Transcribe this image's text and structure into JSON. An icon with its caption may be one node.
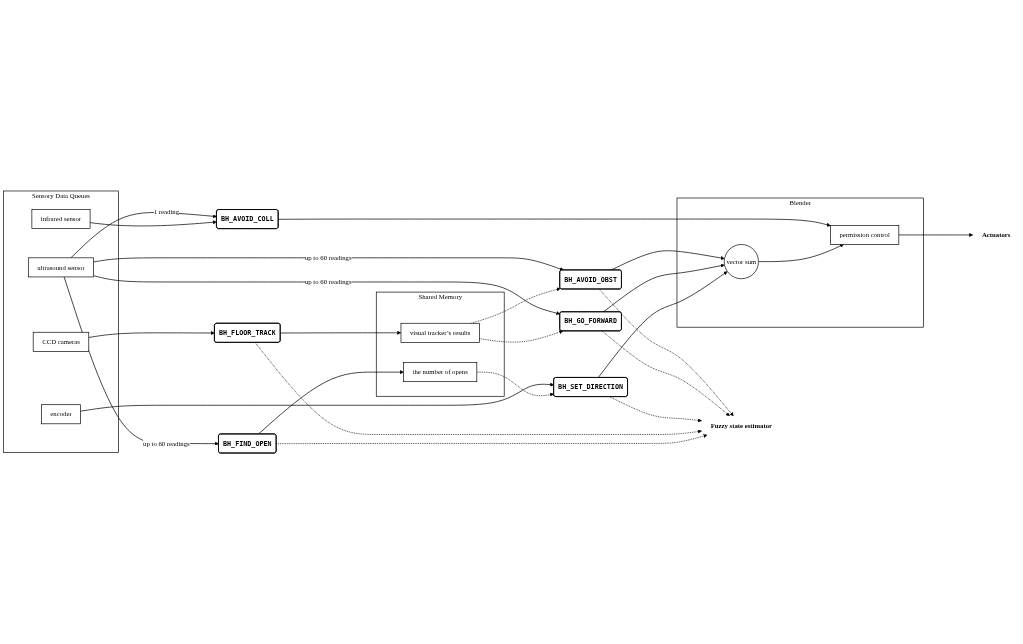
{
  "diagram": {
    "nodes": [
      {
        "text": [
          "Sensory Data Queues"
        ]
      },
      {
        "text": [
          "infrared sensor"
        ],
        "in": 0
      },
      {
        "text": [
          "ultrasound sensor"
        ],
        "in": 0
      },
      {
        "text": [
          "encoder"
        ],
        "in": 0
      },
      {
        "text": [
          "CCD cameras"
        ],
        "in": 0
      },
      {
        "text": [
          "Shared Memory"
        ]
      },
      {
        "text": [
          "visual tracker’s results"
        ],
        "in": 5
      },
      {
        "text": [
          "the number of opens"
        ],
        "in": 5
      },
      {
        "text": [
          "BH_AVOID_COLL"
        ]
      },
      {
        "text": [
          "BH_AVOID_OBST"
        ]
      },
      {
        "text": [
          "BH_GO_FORWARD"
        ]
      },
      {
        "text": [
          "BH_SET_DIRECTION"
        ]
      },
      {
        "text": [
          "BH_FLOOR_TRACK"
        ]
      },
      {
        "text": [
          "BH_FIND_OPEN"
        ]
      },
      {
        "text": [
          "Blender"
        ]
      },
      {
        "text": [
          "vector sum"
        ],
        "in": 14
      },
      {
        "text": [
          "permission control"
        ],
        "in": 14
      },
      {
        "text": [
          "Fuzzy state estimator"
        ]
      },
      {
        "text": [
          "Actuators"
        ]
      }
    ],
    "edges": [
      {
        "from": 2,
        "to": 8,
        "arrow": "to",
        "label": "1 reading"
      },
      {
        "from": 1,
        "to": 8,
        "arrow": "to"
      },
      {
        "from": 2,
        "to": 9,
        "arrow": "to",
        "label": "up to 60 readings"
      },
      {
        "from": 6,
        "to": 9,
        "arrow": "to",
        "style": "dashed"
      },
      {
        "from": 2,
        "to": 10,
        "arrow": "to",
        "label": "up to 60 readings"
      },
      {
        "from": 6,
        "to": 10,
        "arrow": "to",
        "style": "dashed"
      },
      {
        "from": 3,
        "to": 11,
        "arrow": "to"
      },
      {
        "from": 7,
        "to": 11,
        "arrow": "to",
        "style": "dashed"
      },
      {
        "from": 4,
        "to": 12,
        "arrow": "to"
      },
      {
        "from": 2,
        "to": 13,
        "arrow": "to",
        "label": "up to 60 readings"
      },
      {
        "from": 12,
        "to": 6,
        "arrow": "to"
      },
      {
        "from": 13,
        "to": 7,
        "arrow": "to"
      },
      {
        "from": 8,
        "to": 16,
        "arrow": "to"
      },
      {
        "from": 9,
        "to": 15,
        "arrow": "to"
      },
      {
        "from": 10,
        "to": 15,
        "arrow": "to"
      },
      {
        "from": 11,
        "to": 15,
        "arrow": "to"
      },
      {
        "from": 15,
        "to": 16,
        "arrow": "to"
      },
      {
        "from": 16,
        "to": 18,
        "arrow": "to"
      },
      {
        "from": 9,
        "to": 17,
        "arrow": "to",
        "style": "dashed"
      },
      {
        "from": 10,
        "to": 17,
        "arrow": "to",
        "style": "dashed"
      },
      {
        "from": 11,
        "to": 17,
        "arrow": "to",
        "style": "dashed"
      },
      {
        "from": 12,
        "to": 17,
        "arrow": "to",
        "style": "dashed"
      },
      {
        "from": 13,
        "to": 17,
        "arrow": "to",
        "style": "dashed"
      }
    ]
  }
}
